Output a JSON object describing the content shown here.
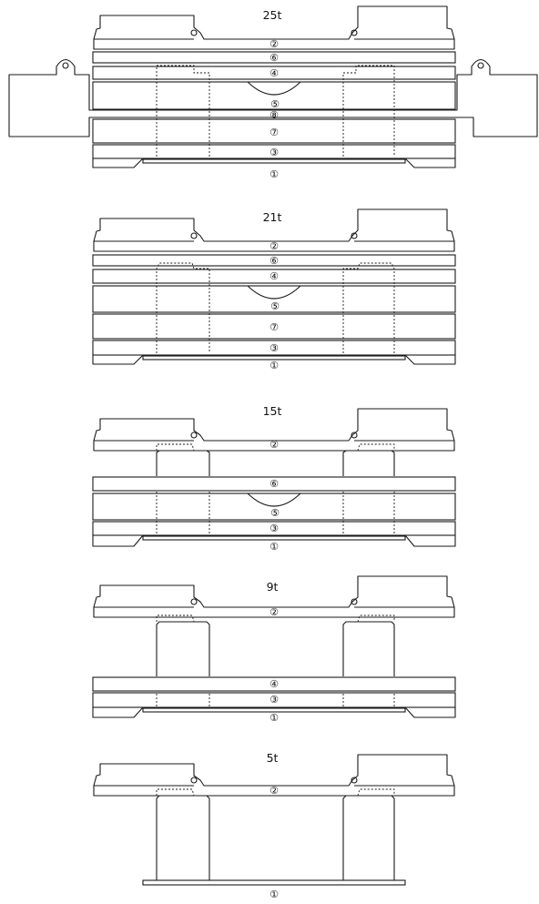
{
  "diagrams": [
    {
      "title": "25t",
      "layers": [
        "②",
        "⑥",
        "④",
        "⑤",
        "⑧",
        "⑦",
        "③",
        "①"
      ]
    },
    {
      "title": "21t",
      "layers": [
        "②",
        "⑥",
        "④",
        "⑤",
        "⑦",
        "③",
        "①"
      ]
    },
    {
      "title": "15t",
      "layers": [
        "②",
        "⑥",
        "⑤",
        "③",
        "①"
      ]
    },
    {
      "title": "9t",
      "layers": [
        "②",
        "④",
        "③",
        "①"
      ]
    },
    {
      "title": "5t",
      "layers": [
        "②",
        "①"
      ]
    }
  ]
}
